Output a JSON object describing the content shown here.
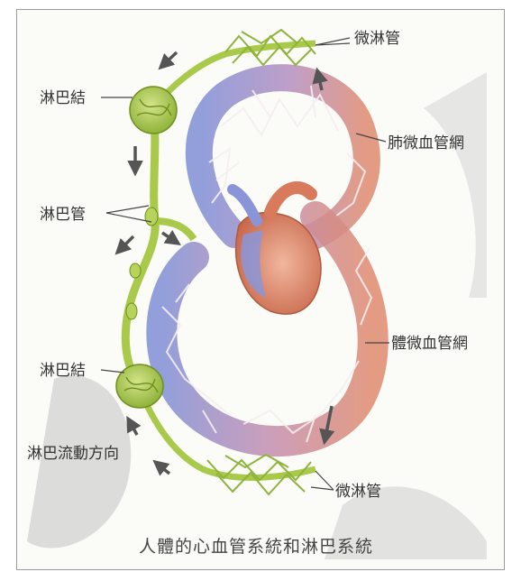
{
  "labels": {
    "capillary_lymph_top": "微淋管",
    "lymph_node_top": "淋巴結",
    "pulmonary_capillary": "肺微血管網",
    "lymph_vessel": "淋巴管",
    "systemic_capillary": "體微血管網",
    "lymph_node_bottom": "淋巴結",
    "lymph_flow_direction": "淋巴流動方向",
    "capillary_lymph_bottom": "微淋管"
  },
  "caption": "人體的心血管系統和淋巴系統",
  "colors": {
    "lymph": "#a8c94a",
    "lymph_dark": "#6f8f1e",
    "vein_blue": "#7f8fd6",
    "artery_red": "#e08a6e",
    "arrow": "#555555"
  }
}
